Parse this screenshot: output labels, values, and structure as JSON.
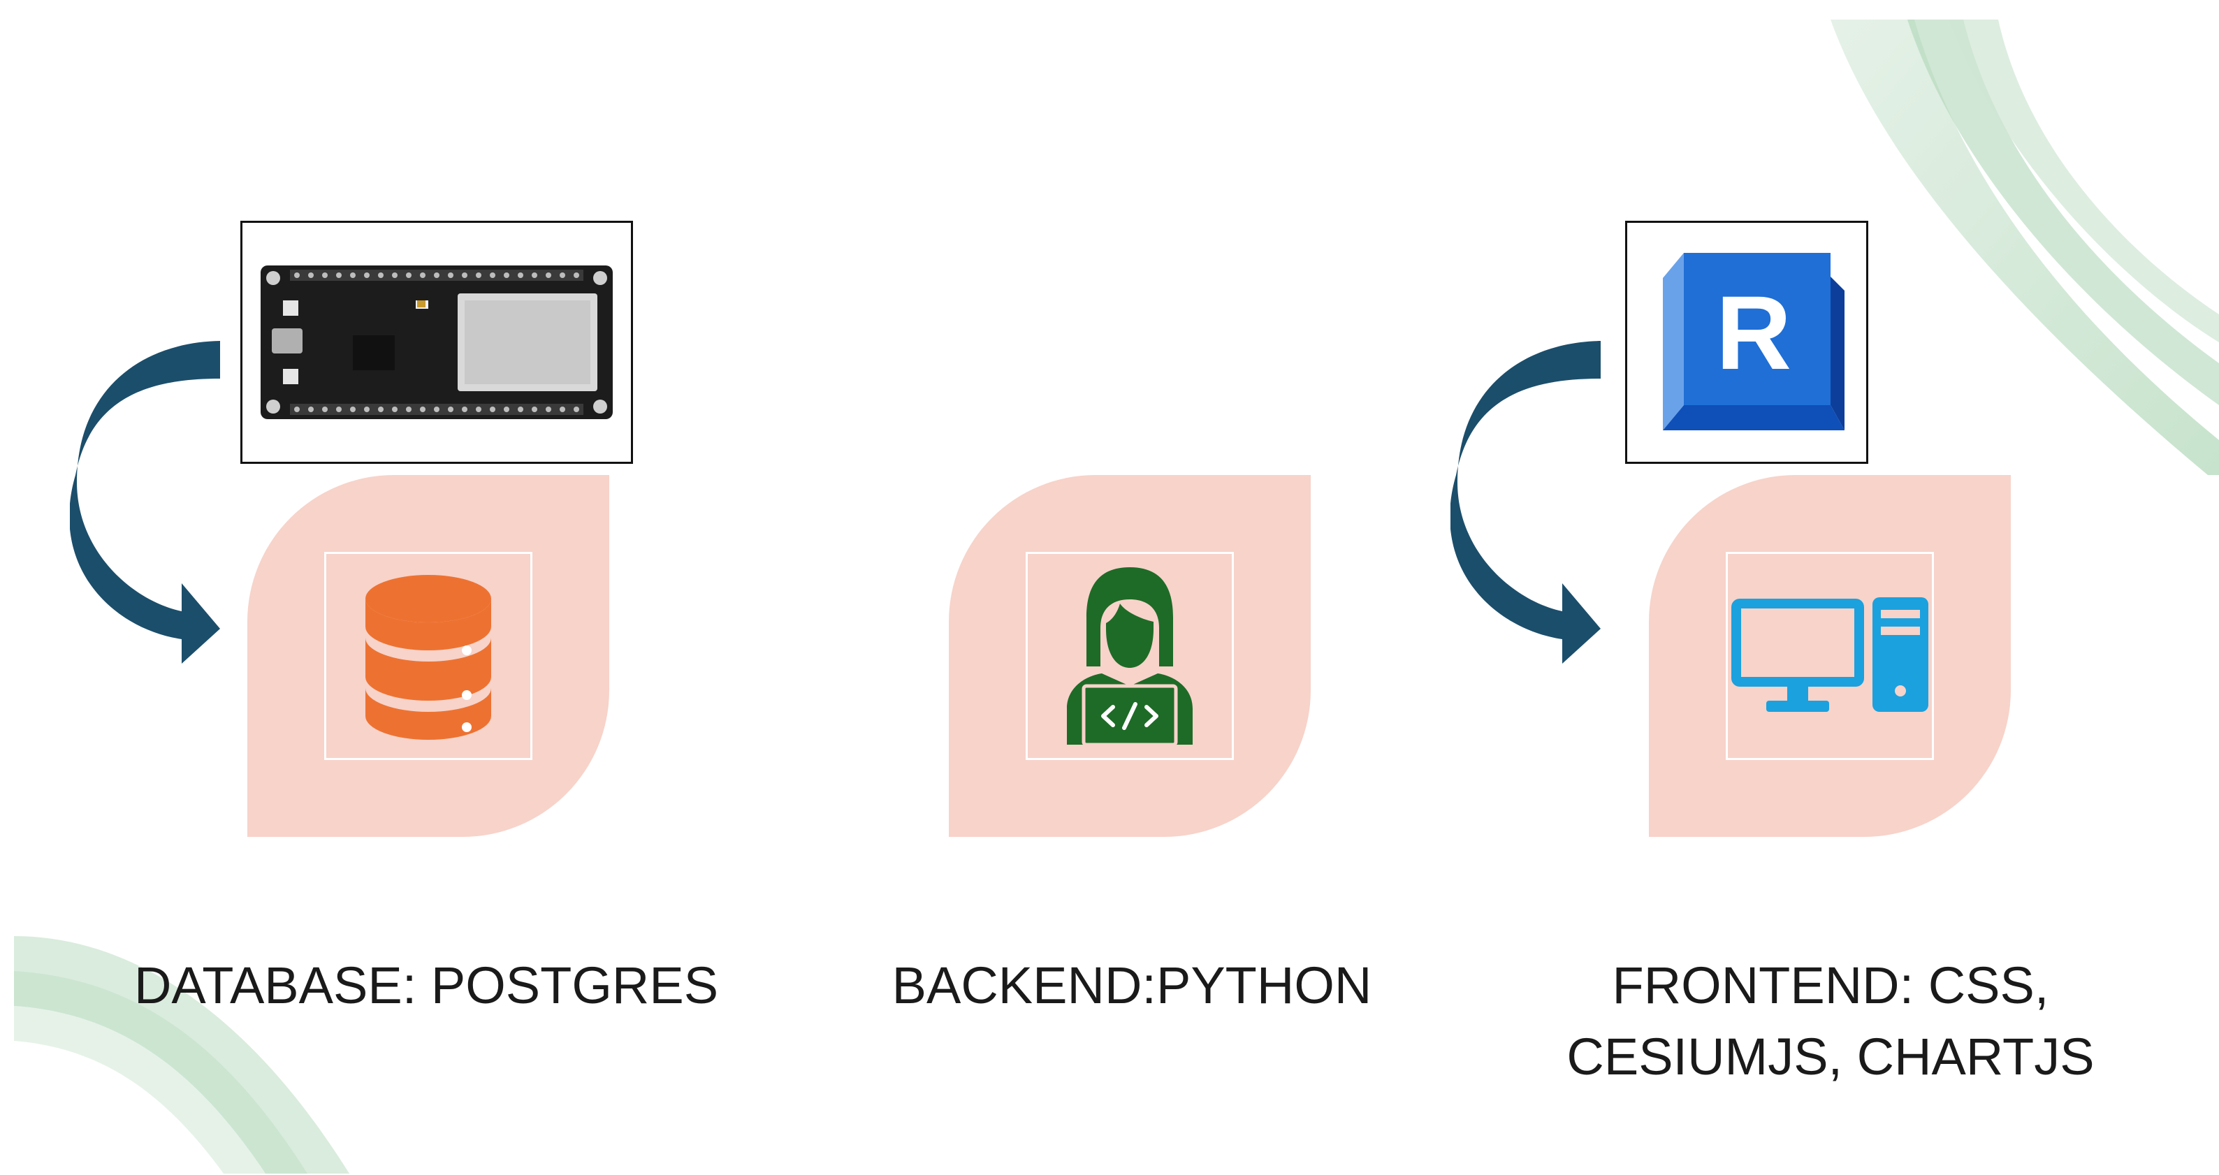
{
  "diagram": {
    "stages": [
      {
        "id": "database",
        "label": "DATABASE: POSTGRES",
        "icon": "database-icon",
        "icon_color": "#ed7231"
      },
      {
        "id": "backend",
        "label": "BACKEND:PYTHON",
        "icon": "developer-icon",
        "icon_color": "#1e6b27"
      },
      {
        "id": "frontend",
        "label_line1": "FRONTEND: CSS,",
        "label_line2": "CESIUMJS, CHARTJS",
        "icon": "computer-icon",
        "icon_color": "#1ba1de"
      }
    ],
    "inputs": [
      {
        "id": "esp32",
        "image": "microcontroller-board-image"
      },
      {
        "id": "revit",
        "logo_letter": "R",
        "image": "revit-logo"
      }
    ]
  },
  "colors": {
    "tile": "#f7d3ca",
    "arrow": "#1b4e6b",
    "decor_green": "#8fc79a",
    "revit_blue": "#1f6fd6"
  }
}
